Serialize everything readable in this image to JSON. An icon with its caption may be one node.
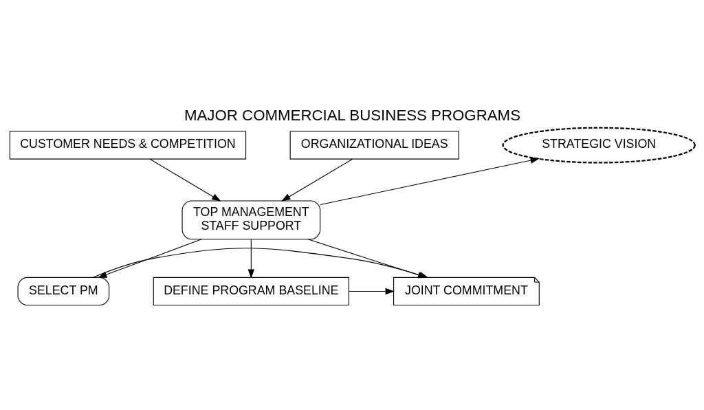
{
  "diagram": {
    "title": "MAJOR COMMERCIAL BUSINESS PROGRAMS",
    "nodes": [
      {
        "text": [
          "CUSTOMER NEEDS & COMPETITION"
        ]
      },
      {
        "text": [
          "STRATEGIC VISION"
        ]
      },
      {
        "text": [
          "ORGANIZATIONAL IDEAS"
        ]
      },
      {
        "text": [
          "TOP MANAGEMENT",
          "STAFF SUPPORT"
        ]
      },
      {
        "text": [
          "SELECT PM"
        ]
      },
      {
        "text": [
          "JOINT COMMITMENT"
        ]
      },
      {
        "text": [
          "DEFINE PROGRAM BASELINE"
        ]
      }
    ],
    "edges": [
      {
        "from": 0,
        "to": 3,
        "arrow": "to"
      },
      {
        "from": 2,
        "to": 3,
        "arrow": "to"
      },
      {
        "from": 3,
        "to": 1,
        "arrow": "to"
      },
      {
        "from": 3,
        "to": 4,
        "arrow": "to"
      },
      {
        "from": 3,
        "to": 5,
        "arrow": "to"
      },
      {
        "from": 3,
        "to": 6,
        "arrow": "to"
      },
      {
        "from": 4,
        "to": 5,
        "arrow": "to"
      },
      {
        "from": 6,
        "to": 5,
        "arrow": "to"
      }
    ]
  }
}
